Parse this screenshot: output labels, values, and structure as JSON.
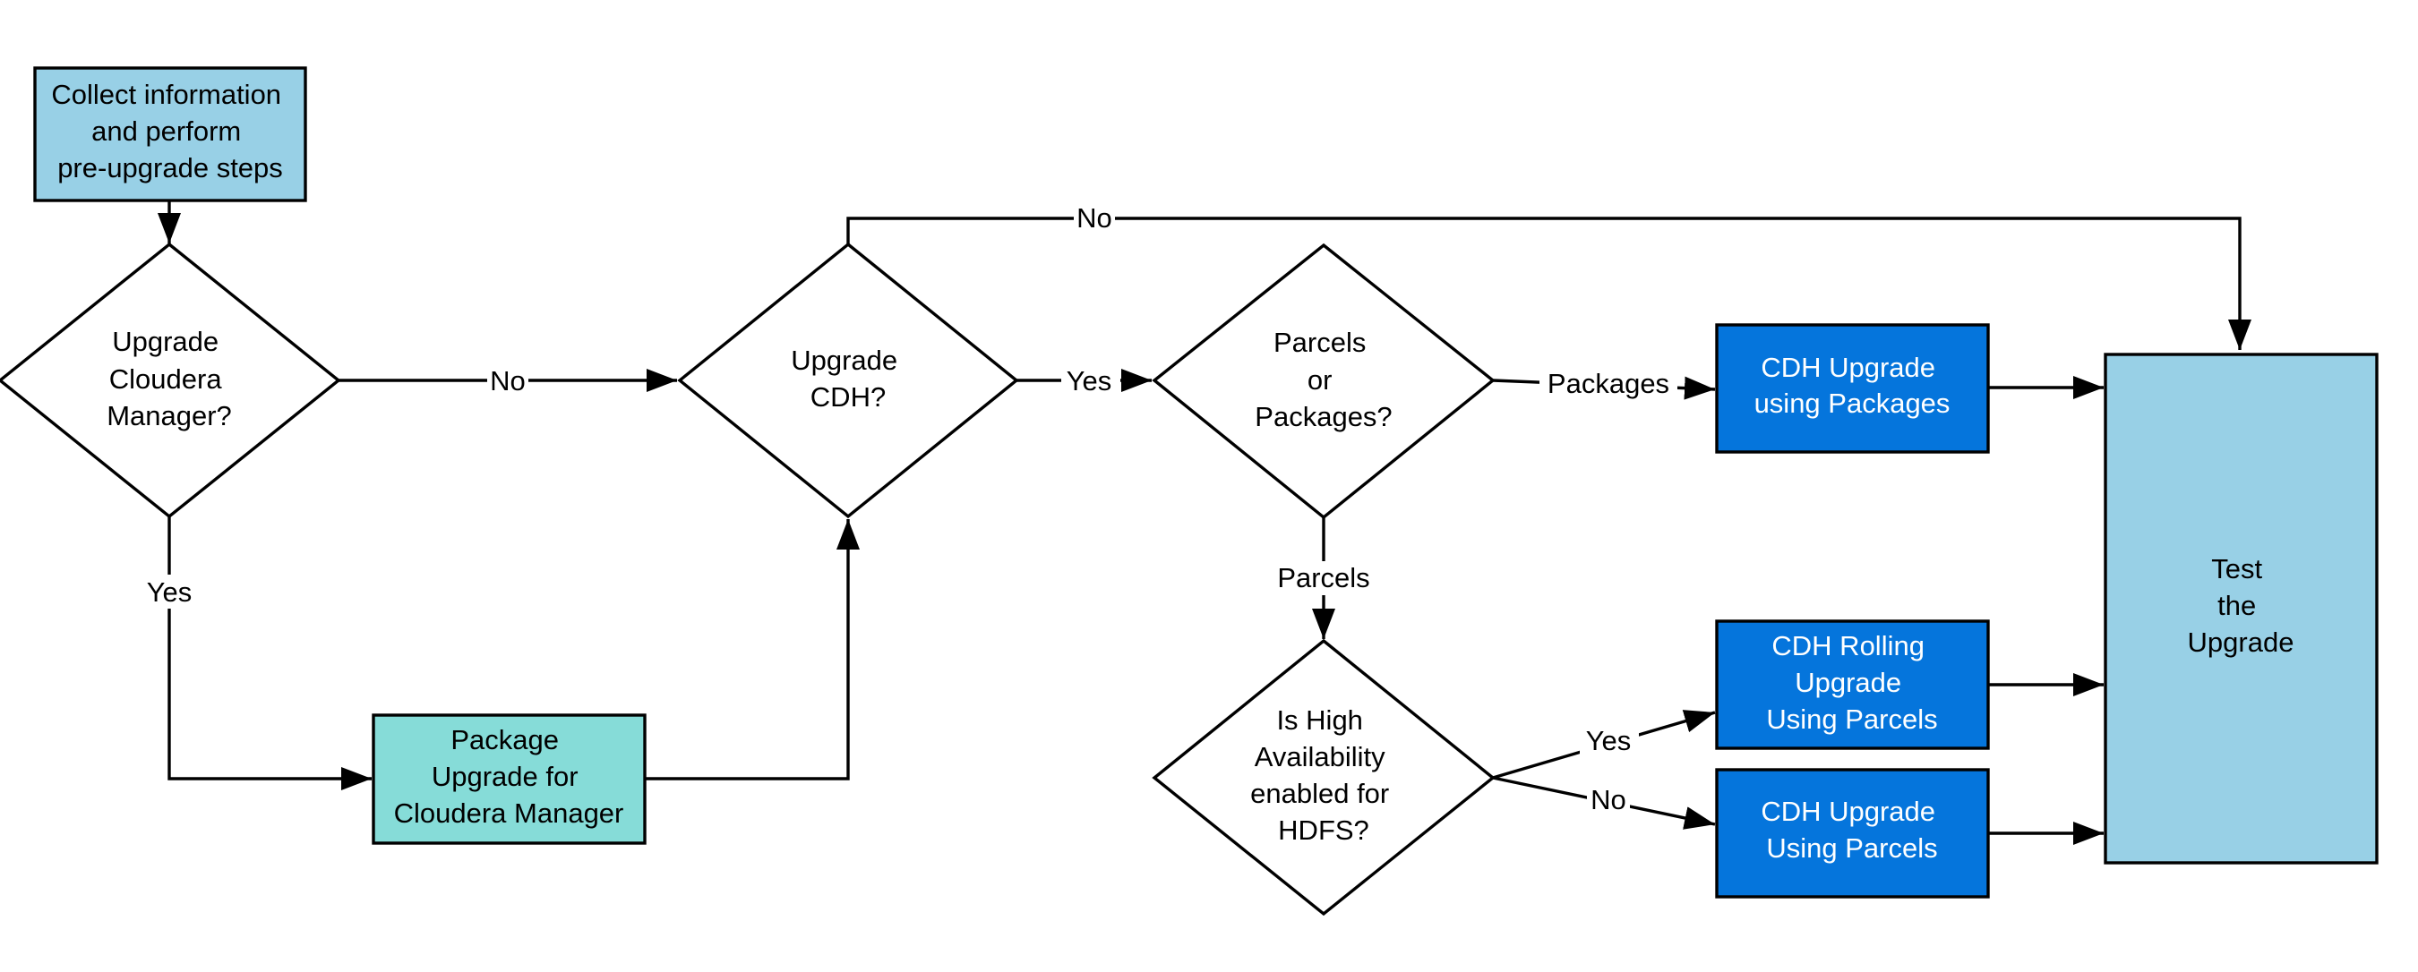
{
  "diagram": {
    "colors": {
      "start_box": "#98d0e6",
      "cm_box": "#86dcd8",
      "process_box": "#0575dc",
      "test_box": "#98d0e6",
      "decision_fill": "#ffffff",
      "line": "#000000"
    },
    "nodes": {
      "collect": [
        "Collect information",
        "and perform",
        "pre-upgrade steps"
      ],
      "upgrade_cm": [
        "Upgrade",
        "Cloudera",
        "Manager?"
      ],
      "package_cm": [
        "Package",
        "Upgrade for",
        "Cloudera Manager"
      ],
      "upgrade_cdh": [
        "Upgrade",
        "CDH?"
      ],
      "parcels_or_packages": [
        "Parcels",
        "or",
        "Packages?"
      ],
      "cdh_packages": [
        "CDH Upgrade",
        "using Packages"
      ],
      "high_availability": [
        "Is High",
        "Availability",
        "enabled for",
        "HDFS?"
      ],
      "cdh_rolling": [
        "CDH Rolling",
        "Upgrade",
        "Using Parcels"
      ],
      "cdh_parcels": [
        "CDH Upgrade",
        "Using Parcels"
      ],
      "test": [
        "Test",
        "the",
        "Upgrade"
      ]
    },
    "edge_labels": {
      "cm_yes": "Yes",
      "cm_no": "No",
      "cdh_no": "No",
      "cdh_yes": "Yes",
      "packages": "Packages",
      "parcels": "Parcels",
      "ha_yes": "Yes",
      "ha_no": "No"
    }
  }
}
